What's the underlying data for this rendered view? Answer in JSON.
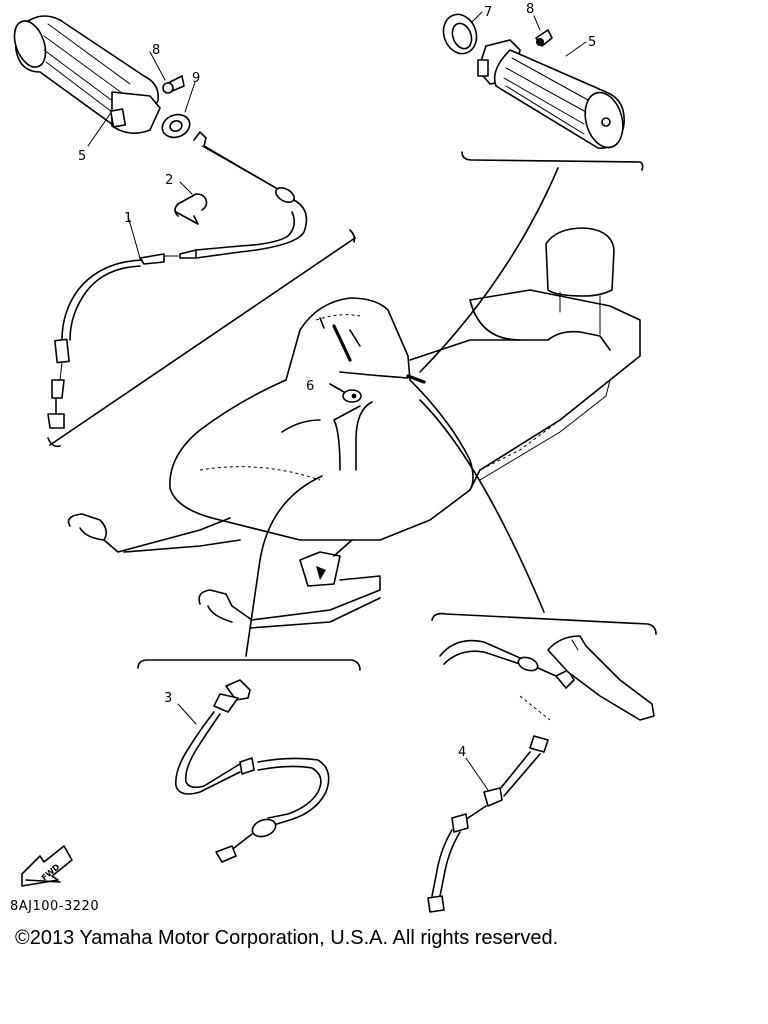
{
  "diagram": {
    "callouts": {
      "grip_left_screw": "8",
      "grip_left_washer": "9",
      "grip_left": "5",
      "clip": "2",
      "throttle_cable": "1",
      "grip_right_cap": "7",
      "grip_right_screw": "8",
      "grip_right": "5",
      "switch": "6",
      "choke_cable": "3",
      "brake_cable": "4"
    },
    "front_arrow_label": "FWD",
    "diagram_code": "8AJ100-3220",
    "copyright": "©2013 Yamaha Motor Corporation, U.S.A. All rights reserved."
  }
}
